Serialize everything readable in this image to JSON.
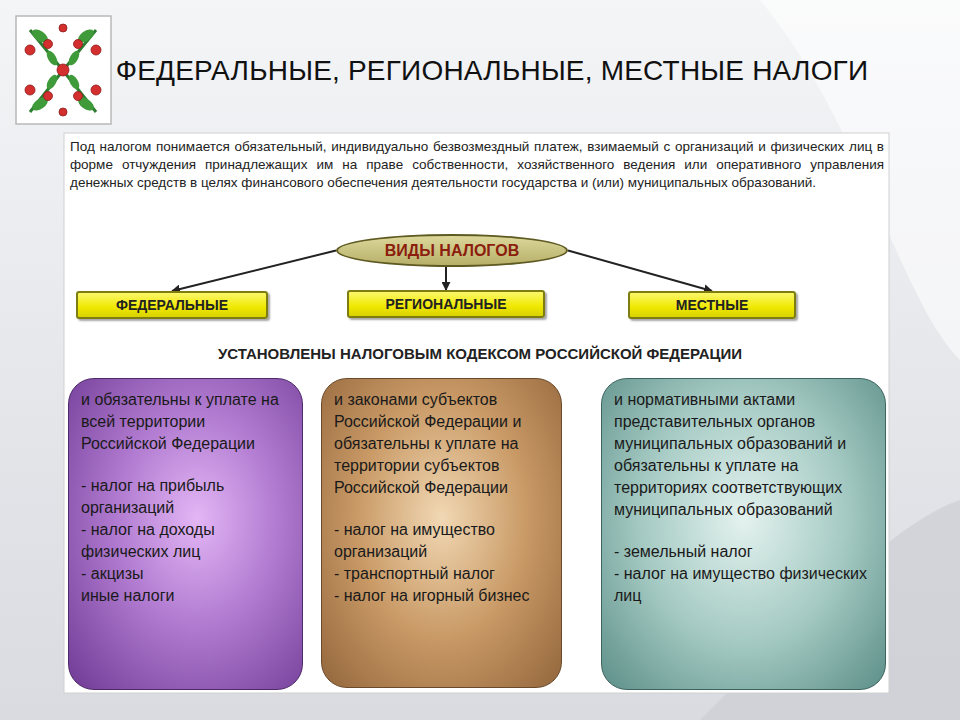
{
  "diagram": {
    "title": "ФЕДЕРАЛЬНЫЕ, РЕГИОНАЛЬНЫЕ, МЕСТНЫЕ НАЛОГИ",
    "nodes": [
      {
        "text": [
          "ВИДЫ НАЛОГОВ"
        ]
      },
      {
        "text": [
          "ФЕДЕРАЛЬНЫЕ"
        ]
      },
      {
        "text": [
          "РЕГИОНАЛЬНЫЕ"
        ]
      },
      {
        "text": [
          "МЕСТНЫЕ"
        ]
      },
      {
        "text": [
          "и обязательны к уплате на всей территории Российской Федерации",
          "- налог на прибыль организаций",
          "- налог на доходы физических лиц",
          "- акцизы",
          "иные налоги"
        ]
      },
      {
        "text": [
          "и законами субъектов Российской Федерации и обязательны к уплате на территории субъектов Российской Федерации",
          "- налог на имущество организаций",
          "- транспортный налог",
          "- налог на игорный бизнес"
        ]
      },
      {
        "text": [
          "и нормативными актами представительных органов муниципальных образований и обязательны к уплате на территориях соответствующих муниципальных образований",
          "- земельный налог",
          "- налог на имущество физических лиц"
        ]
      }
    ],
    "edges": [
      {
        "from": 0,
        "to": 1,
        "arrow": "to"
      },
      {
        "from": 0,
        "to": 2,
        "arrow": "to"
      },
      {
        "from": 0,
        "to": 3,
        "arrow": "to"
      }
    ],
    "labels": [
      "Под налогом понимается обязательный, индивидуально безвозмездный платеж, взимаемый с организаций и физических лиц в форме отчуждения принадлежащих им на праве собственности, хозяйственного ведения или оперативного управления денежных средств в целях финансового обеспечения деятельности государства и (или) муниципальных образований.",
      "УСТАНОВЛЕНЫ НАЛОГОВЫМ КОДЕКСОМ РОССИЙСКОЙ ФЕДЕРАЦИИ"
    ]
  }
}
